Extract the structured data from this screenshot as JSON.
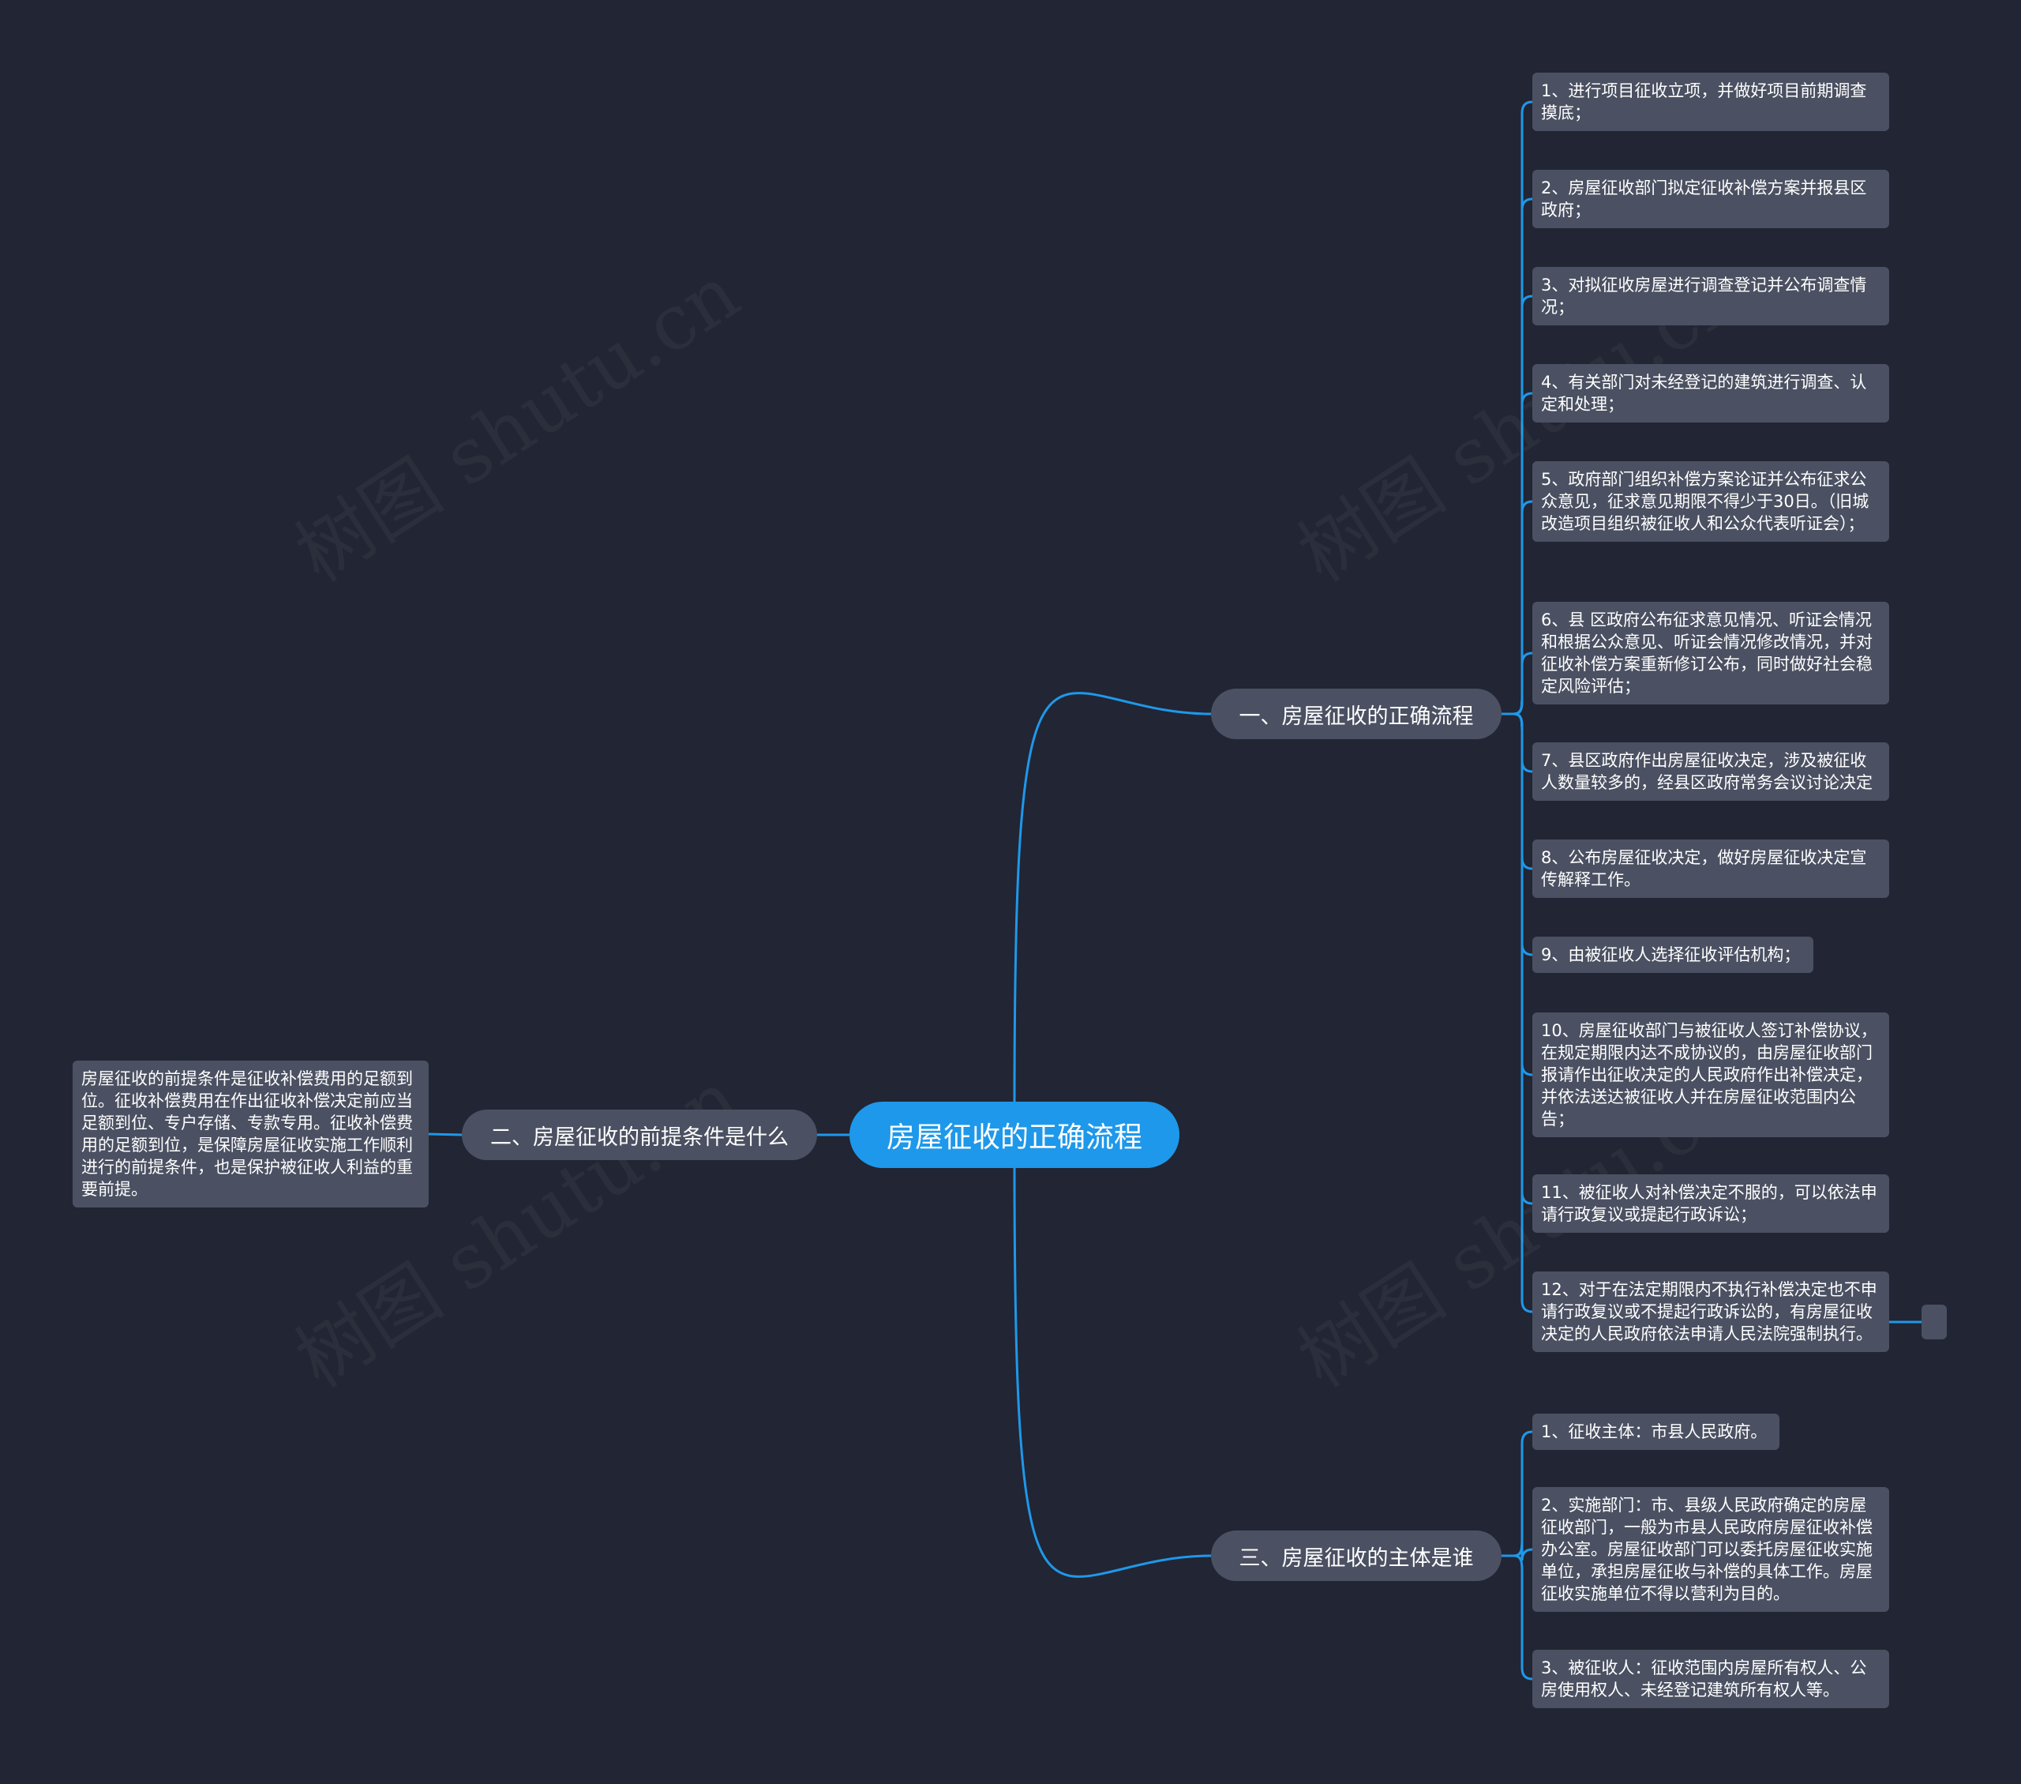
{
  "root": {
    "label": "房屋征收的正确流程"
  },
  "branches": [
    {
      "label": "一、房屋征收的正确流程",
      "children": [
        "1、进行项目征收立项，并做好项目前期调查摸底；",
        "2、房屋征收部门拟定征收补偿方案并报县区政府；",
        "3、对拟征收房屋进行调查登记并公布调查情况；",
        "4、有关部门对未经登记的建筑进行调查、认定和处理；",
        "5、政府部门组织补偿方案论证并公布征求公众意见，征求意见期限不得少于30日。（旧城改造项目组织被征收人和公众代表听证会）；",
        "6、县 区政府公布征求意见情况、听证会情况和根据公众意见、听证会情况修改情况，并对征收补偿方案重新修订公布，同时做好社会稳定风险评估；",
        "7、县区政府作出房屋征收决定，涉及被征收人数量较多的，经县区政府常务会议讨论决定",
        "8、公布房屋征收决定，做好房屋征收决定宣传解释工作。",
        "9、由被征收人选择征收评估机构；",
        "10、房屋征收部门与被征收人签订补偿协议，在规定期限内达不成协议的，由房屋征收部门报请作出征收决定的人民政府作出补偿决定，并依法送达被征收人并在房屋征收范围内公告；",
        "11、被征收人对补偿决定不服的，可以依法申请行政复议或提起行政诉讼；",
        "12、对于在法定期限内不执行补偿决定也不申请行政复议或不提起行政诉讼的，有房屋征收决定的人民政府依法申请人民法院强制执行。"
      ]
    },
    {
      "label": "二、房屋征收的前提条件是什么",
      "children": [
        "房屋征收的前提条件是征收补偿费用的足额到位。征收补偿费用在作出征收补偿决定前应当足额到位、专户存储、专款专用。征收补偿费用的足额到位，是保障房屋征收实施工作顺利进行的前提条件，也是保护被征收人利益的重要前提。"
      ]
    },
    {
      "label": "三、房屋征收的主体是谁",
      "children": [
        "1、征收主体：市县人民政府。",
        "2、实施部门：市、县级人民政府确定的房屋征收部门，一般为市县人民政府房屋征收补偿办公室。房屋征收部门可以委托房屋征收实施单位，承担房屋征收与补偿的具体工作。房屋征收实施单位不得以营利为目的。",
        "3、被征收人：征收范围内房屋所有权人、公房使用权人、未经登记建筑所有权人等。"
      ]
    }
  ],
  "watermark": "树图 shutu.cn",
  "colors": {
    "background": "#222533",
    "root": "#1e98ea",
    "node": "#4b5162",
    "line": "#1e98ea"
  }
}
